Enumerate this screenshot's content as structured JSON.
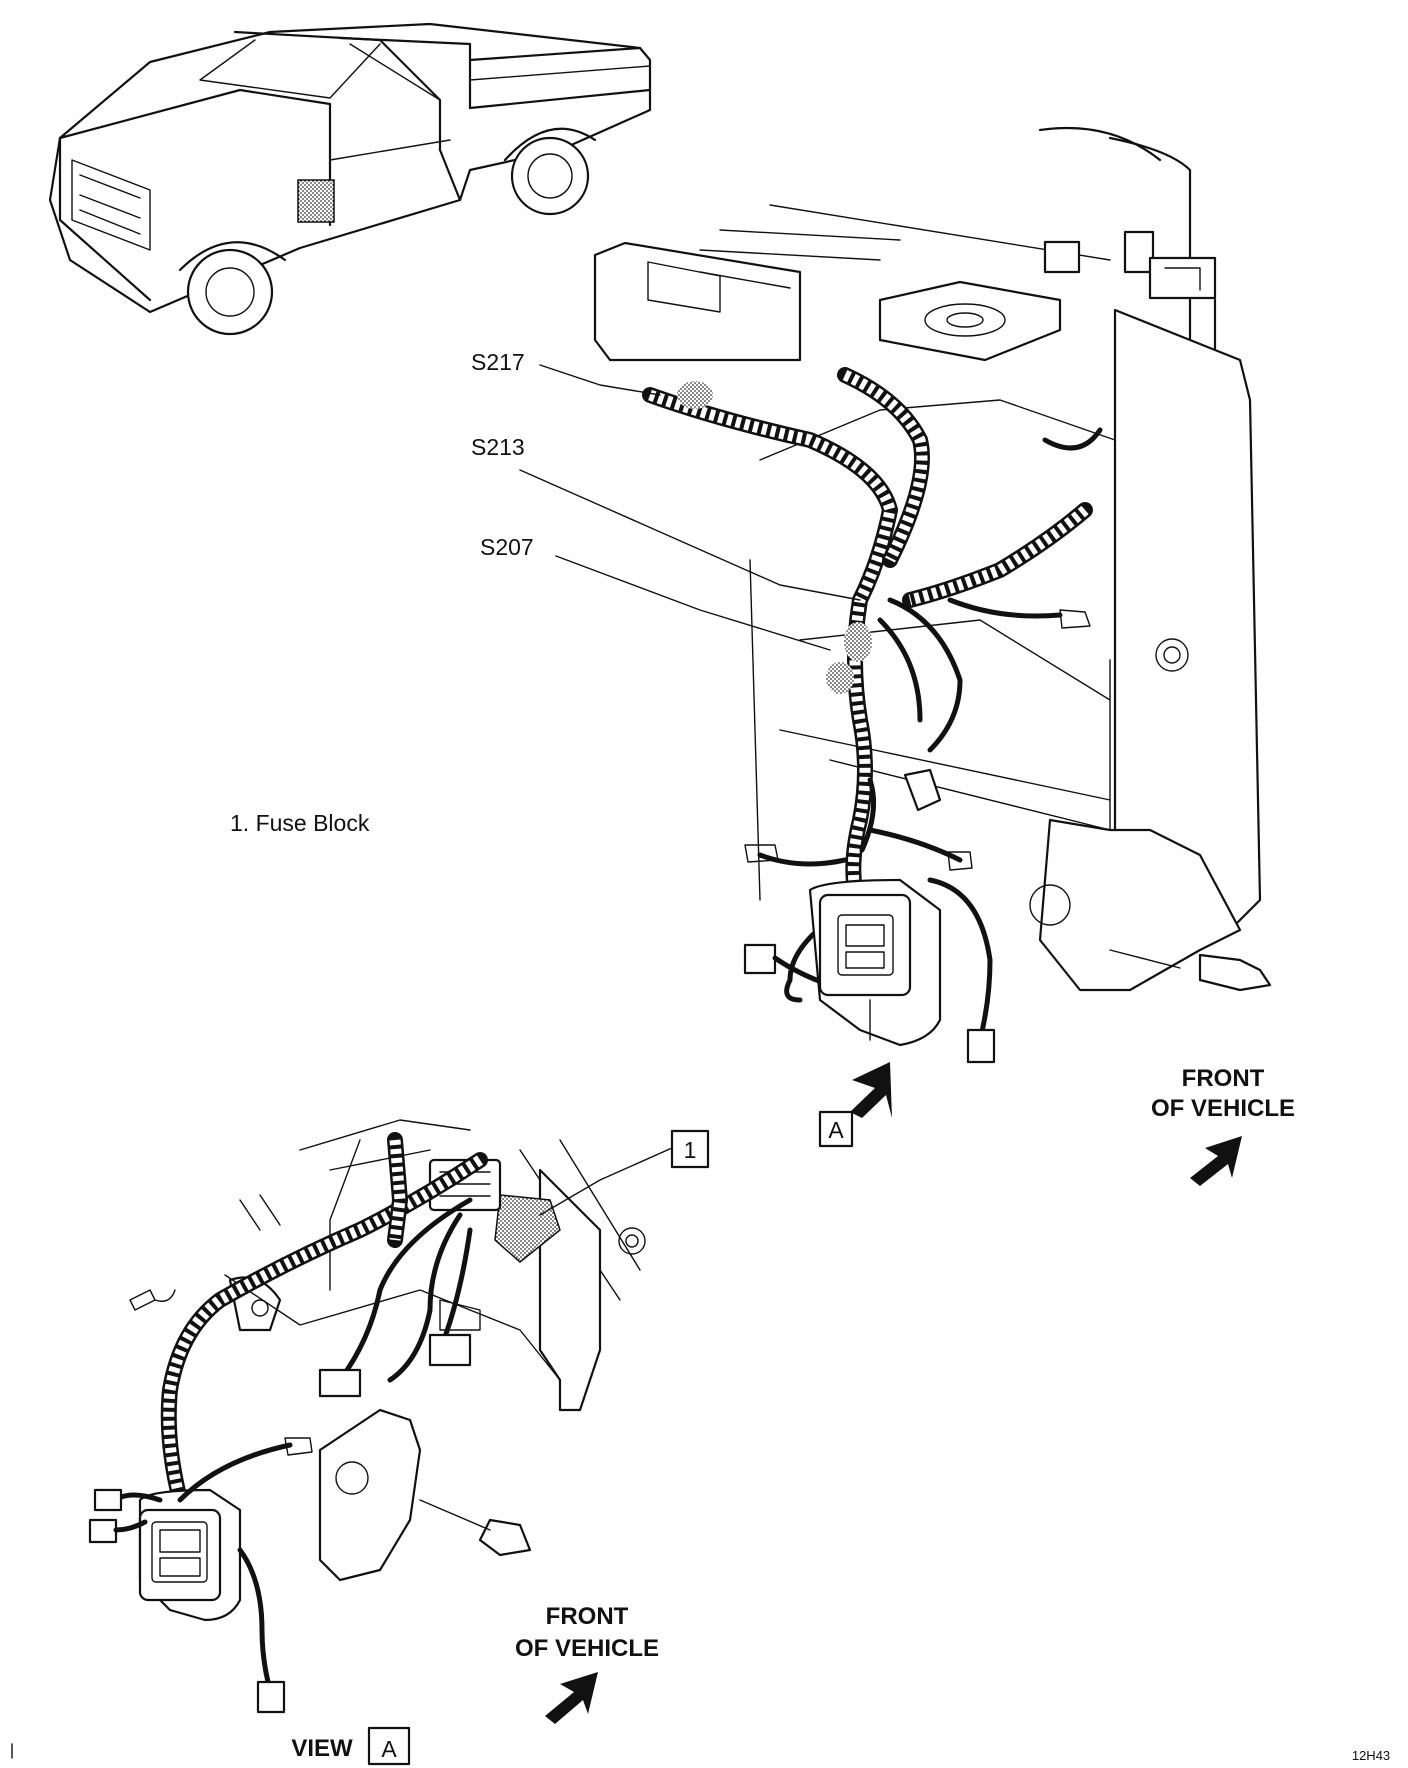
{
  "labels": {
    "splice_1": "S217",
    "splice_2": "S213",
    "splice_3": "S207",
    "legend_item": "1.  Fuse Block",
    "callout_1": "1",
    "view_callout": "A",
    "front_of_vehicle_line1": "FRONT",
    "front_of_vehicle_line2": "OF VEHICLE",
    "view_label": "VIEW",
    "view_box": "A",
    "figure_code": "12H43"
  },
  "icons": [
    "pickup-truck-icon",
    "location-highlight-icon",
    "arrow-icon"
  ]
}
